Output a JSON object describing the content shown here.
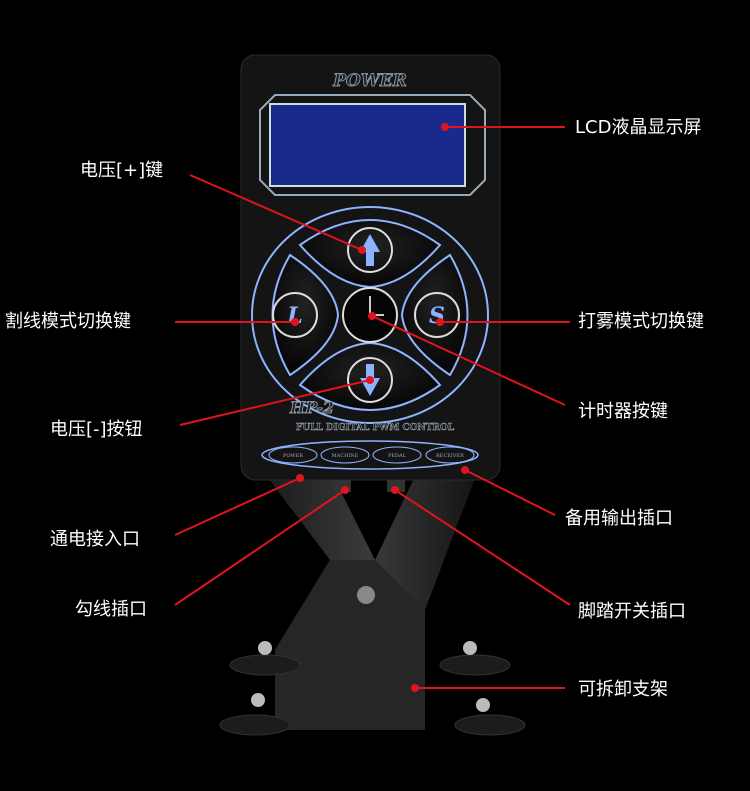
{
  "device": {
    "brand": "POWER",
    "model": "HP-2",
    "tagline": "FULL DIGITAL PWM CONTROL",
    "ports": [
      "POWER",
      "MACHINE",
      "PEDAL",
      "RECEIVER"
    ],
    "buttons": {
      "left": "L",
      "right": "S"
    },
    "lcd_color": "#1a2a8c",
    "accent": "#8fb4ff"
  },
  "annotation_color": "#e0141e",
  "labels": {
    "lcd": "LCD液晶显示屏",
    "volt_up": "电压[+]键",
    "liner_mode": "割线模式切换键",
    "shader_mode": "打雾模式切换键",
    "timer": "计时器按键",
    "volt_down": "电压[-]按钮",
    "power_in": "通电接入口",
    "spare_out": "备用输出插口",
    "liner_port": "勾线插口",
    "pedal_port": "脚踏开关插口",
    "stand": "可拆卸支架"
  }
}
